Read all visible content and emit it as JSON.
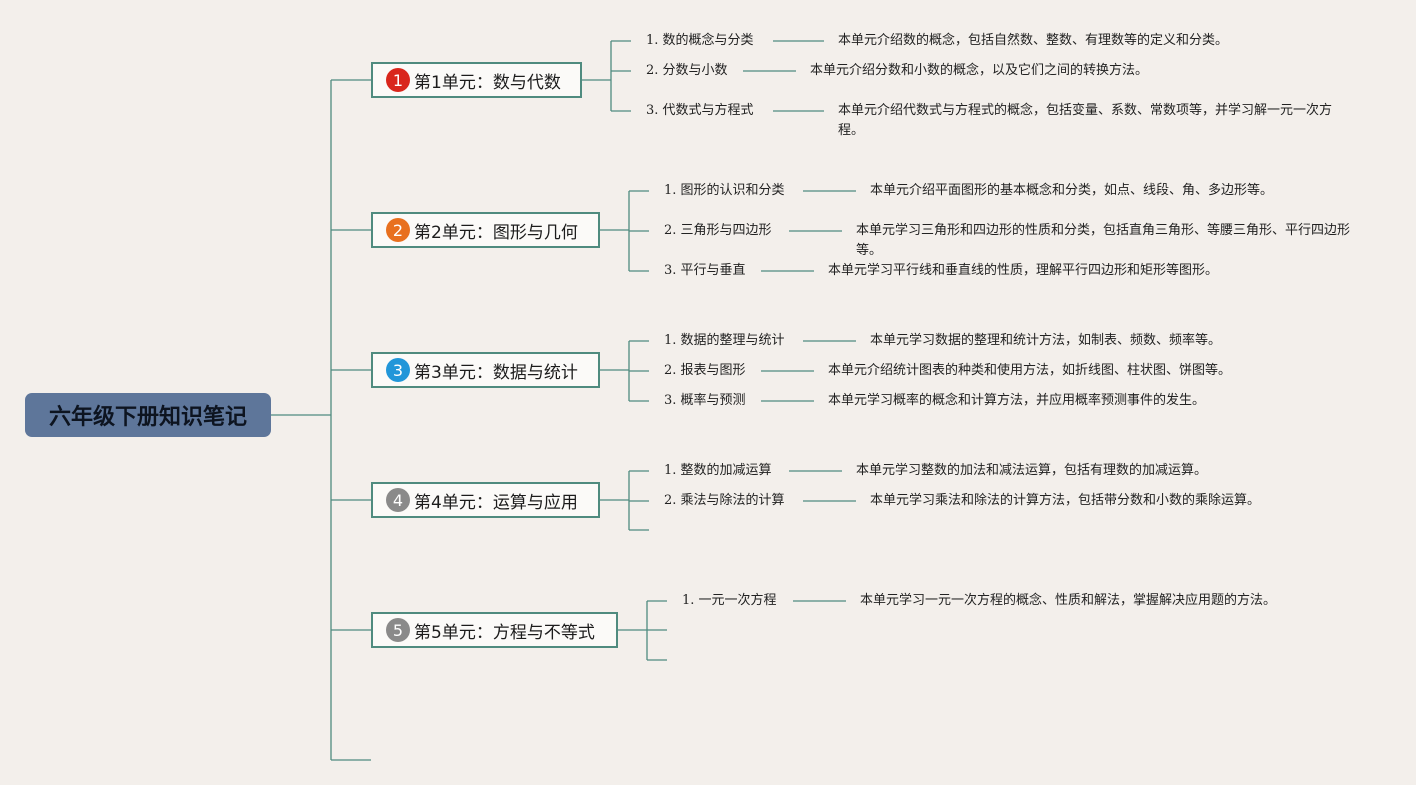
{
  "root": {
    "title": "六年级下册知识笔记"
  },
  "colors": {
    "background": "#f3efeb",
    "root_fill": "#5e769a",
    "line": "#4f8b7f",
    "badge_1": "#d9261c",
    "badge_2": "#e8701f",
    "badge_3": "#2196d9",
    "badge_4": "#8a8a8a",
    "badge_5": "#8a8a8a"
  },
  "units": [
    {
      "number": "1",
      "label": "第1单元：数与代数",
      "badge_color": "#d9261c",
      "topics": [
        {
          "label": "1. 数的概念与分类",
          "desc": "本单元介绍数的概念，包括自然数、整数、有理数等的定义和分类。"
        },
        {
          "label": "2. 分数与小数",
          "desc": "本单元介绍分数和小数的概念，以及它们之间的转换方法。"
        },
        {
          "label": "3. 代数式与方程式",
          "desc": "本单元介绍代数式与方程式的概念，包括变量、系数、常数项等，并学习解一元一次方程。"
        }
      ]
    },
    {
      "number": "2",
      "label": "第2单元：图形与几何",
      "badge_color": "#e8701f",
      "topics": [
        {
          "label": "1. 图形的认识和分类",
          "desc": "本单元介绍平面图形的基本概念和分类，如点、线段、角、多边形等。"
        },
        {
          "label": "2. 三角形与四边形",
          "desc": "本单元学习三角形和四边形的性质和分类，包括直角三角形、等腰三角形、平行四边形等。"
        },
        {
          "label": "3. 平行与垂直",
          "desc": "本单元学习平行线和垂直线的性质，理解平行四边形和矩形等图形。"
        }
      ]
    },
    {
      "number": "3",
      "label": "第3单元：数据与统计",
      "badge_color": "#2196d9",
      "topics": [
        {
          "label": "1. 数据的整理与统计",
          "desc": "本单元学习数据的整理和统计方法，如制表、频数、频率等。"
        },
        {
          "label": "2. 报表与图形",
          "desc": "本单元介绍统计图表的种类和使用方法，如折线图、柱状图、饼图等。"
        },
        {
          "label": "3. 概率与预测",
          "desc": "本单元学习概率的概念和计算方法，并应用概率预测事件的发生。"
        }
      ]
    },
    {
      "number": "4",
      "label": "第4单元：运算与应用",
      "badge_color": "#8a8a8a",
      "topics": [
        {
          "label": "1. 整数的加减运算",
          "desc": "本单元学习整数的加法和减法运算，包括有理数的加减运算。"
        },
        {
          "label": "2. 乘法与除法的计算",
          "desc": "本单元学习乘法和除法的计算方法，包括带分数和小数的乘除运算。"
        }
      ]
    },
    {
      "number": "5",
      "label": "第5单元：方程与不等式",
      "badge_color": "#8a8a8a",
      "topics": [
        {
          "label": "1. 一元一次方程",
          "desc": "本单元学习一元一次方程的概念、性质和解法，掌握解决应用题的方法。"
        }
      ]
    }
  ]
}
